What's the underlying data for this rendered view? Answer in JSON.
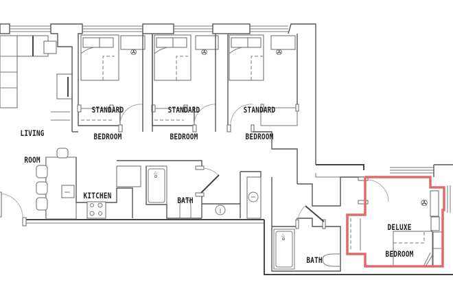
{
  "floorplan": {
    "highlight_color": "#e06a6a",
    "wall_color": "#555555",
    "rooms": [
      {
        "id": "living-room",
        "line1": "LIVING",
        "line2": "ROOM"
      },
      {
        "id": "standard-bedroom-1",
        "line1": "STANDARD",
        "line2": "BEDROOM"
      },
      {
        "id": "standard-bedroom-2",
        "line1": "STANDARD",
        "line2": "BEDROOM"
      },
      {
        "id": "standard-bedroom-3",
        "line1": "STANDARD",
        "line2": "BEDROOM"
      },
      {
        "id": "kitchen",
        "line1": "KITCHEN",
        "line2": ""
      },
      {
        "id": "bath-1",
        "line1": "BATH",
        "line2": ""
      },
      {
        "id": "bath-2",
        "line1": "BATH",
        "line2": ""
      },
      {
        "id": "deluxe-bedroom",
        "line1": "DELUXE",
        "line2": "BEDROOM",
        "highlighted": true
      }
    ]
  }
}
